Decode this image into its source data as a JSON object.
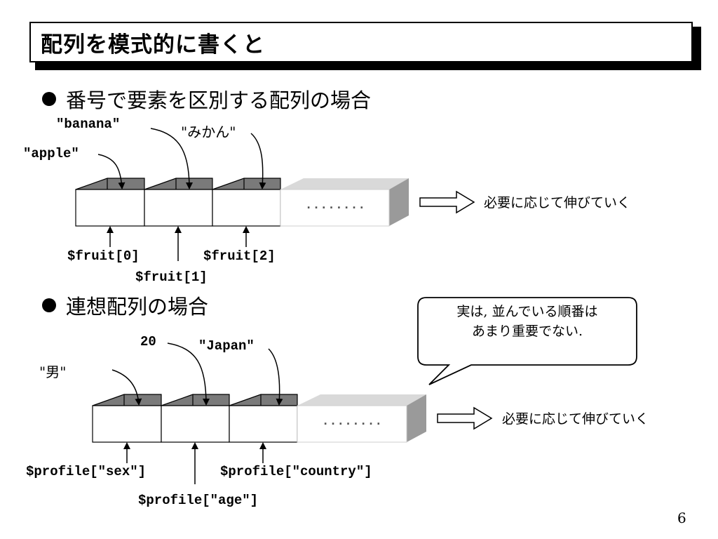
{
  "title": "配列を模式的に書くと",
  "bullet1": "番号で要素を区別する配列の場合",
  "bullet2": "連想配列の場合",
  "indexed": {
    "values": [
      "\"apple\"",
      "\"banana\"",
      "\"みかん\""
    ],
    "indexes": [
      "$fruit[0]",
      "$fruit[1]",
      "$fruit[2]"
    ],
    "ellipsis": "········",
    "grow_text": "必要に応じて伸びていく"
  },
  "assoc": {
    "values": [
      "\"男\"",
      "20",
      "\"Japan\""
    ],
    "keys": [
      "$profile[\"sex\"]",
      "$profile[\"age\"]",
      "$profile[\"country\"]"
    ],
    "ellipsis": "········",
    "grow_text": "必要に応じて伸びていく"
  },
  "callout": {
    "line1": "実は, 並んでいる順番は",
    "line2": "あまり重要でない."
  },
  "page_number": "6"
}
